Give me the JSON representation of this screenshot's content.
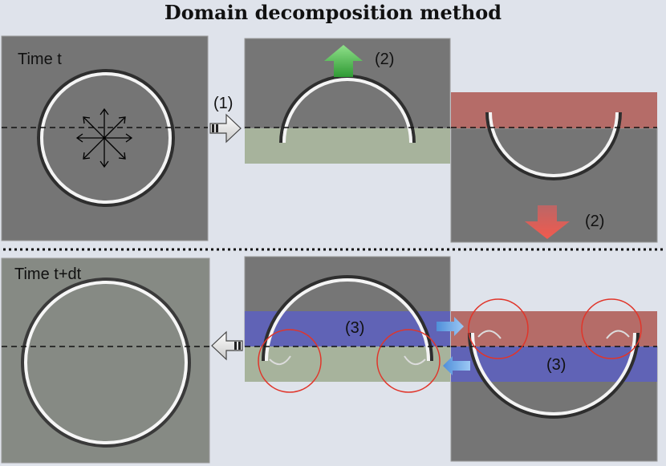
{
  "title": "Domain decomposition method",
  "labels": {
    "time_t": "Time t",
    "time_t_dt": "Time t+dt",
    "step1": "(1)",
    "step2": "(2)",
    "step3": "(3)"
  },
  "colors": {
    "background": "#dfe3eb",
    "panel": "#737373",
    "panel_light": "#8a8e86",
    "green_region": "#a6b49a",
    "red_region": "#b86a66",
    "blue_region": "#5a5ec8",
    "green_arrow": "#3fae3f",
    "red_arrow": "#e0504a",
    "blue_arrow": "#6aa6e6",
    "circle_marker": "#e0352a"
  }
}
